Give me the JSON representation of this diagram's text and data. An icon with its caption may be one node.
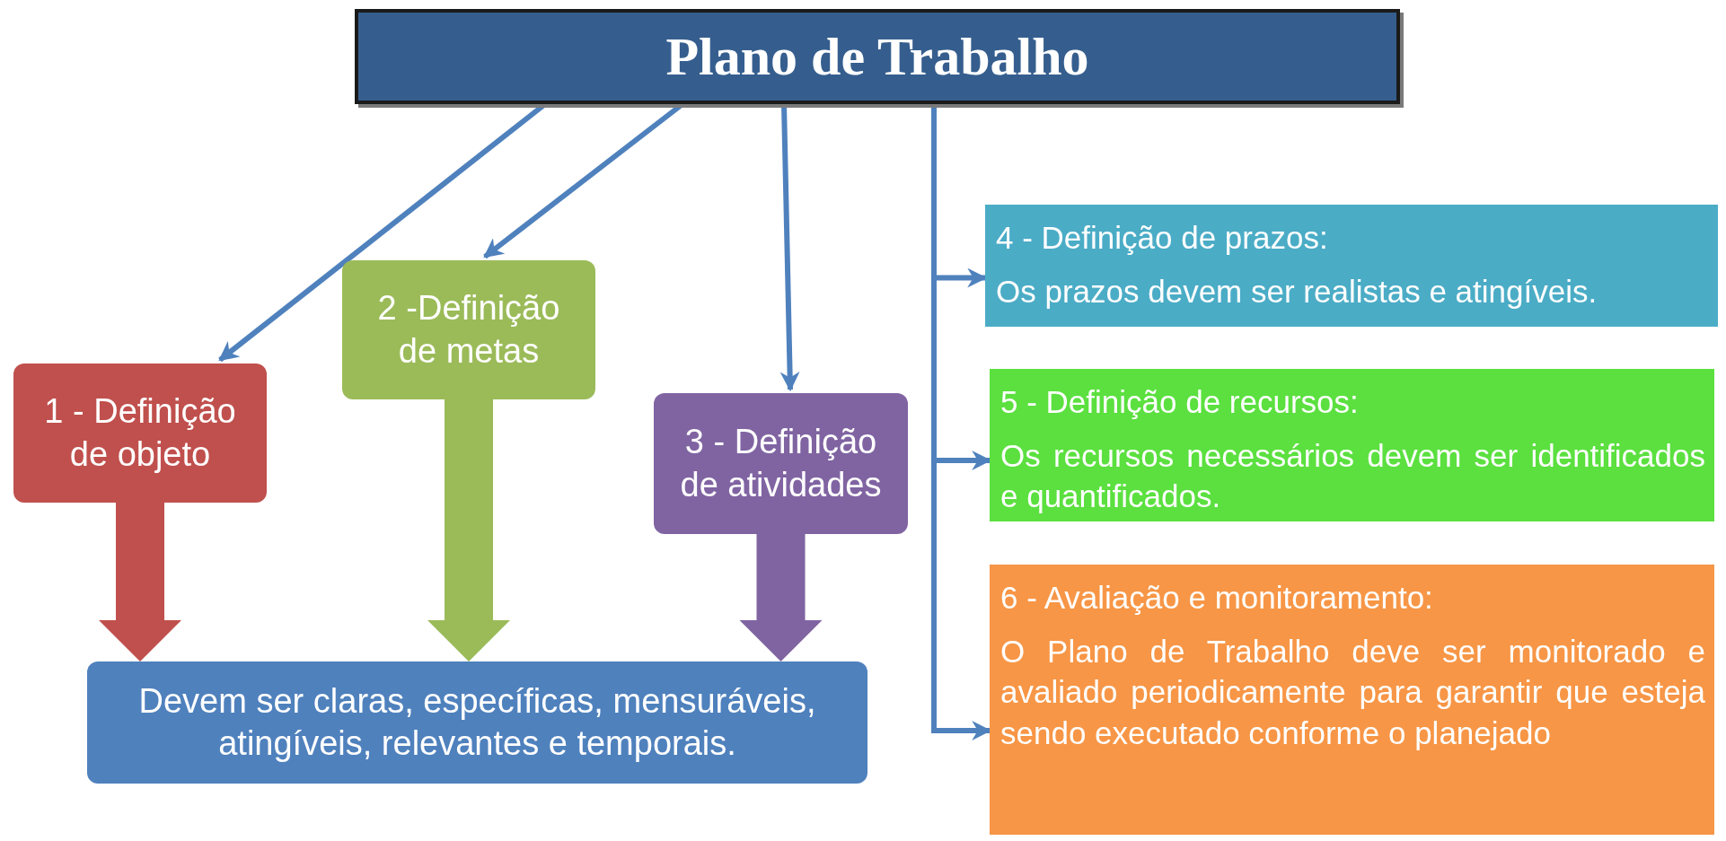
{
  "diagram": {
    "nodes": [
      {
        "text": [
          "Plano de Trabalho"
        ]
      },
      {
        "text": [
          "1 - Definição de objeto"
        ]
      },
      {
        "text": [
          "2 -Definição de metas"
        ]
      },
      {
        "text": [
          "3 - Definição de atividades"
        ]
      },
      {
        "text": [
          "Devem ser claras, específicas, mensuráveis, atingíveis, relevantes e temporais."
        ]
      },
      {
        "text": [
          "4 - Definição de prazos:",
          "Os prazos devem ser realistas e atingíveis."
        ]
      },
      {
        "text": [
          "5 - Definição de recursos:",
          "Os recursos necessários devem ser identificados e quantificados."
        ]
      },
      {
        "text": [
          "6 - Avaliação e monitoramento:",
          "O Plano de Trabalho deve ser monitorado e avaliado periodicamente para garantir que esteja sendo executado conforme o planejado"
        ]
      }
    ],
    "edges": [
      {
        "from": 0,
        "to": 1,
        "arrow": "to"
      },
      {
        "from": 0,
        "to": 2,
        "arrow": "to"
      },
      {
        "from": 0,
        "to": 3,
        "arrow": "to"
      },
      {
        "from": 0,
        "to": 5,
        "arrow": "to"
      },
      {
        "from": 0,
        "to": 6,
        "arrow": "to"
      },
      {
        "from": 0,
        "to": 7,
        "arrow": "to"
      },
      {
        "from": 1,
        "to": 4,
        "arrow": "to",
        "style": "thick",
        "color": "#c0504d"
      },
      {
        "from": 2,
        "to": 4,
        "arrow": "to",
        "style": "thick",
        "color": "#9bbb59"
      },
      {
        "from": 3,
        "to": 4,
        "arrow": "to",
        "style": "thick",
        "color": "#8064a2"
      }
    ]
  }
}
